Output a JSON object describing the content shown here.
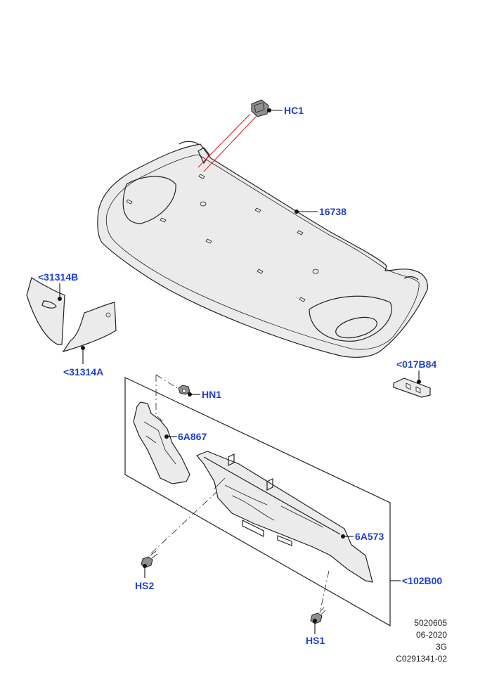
{
  "callouts": {
    "hc1": "HC1",
    "p16738": "16738",
    "p31314b": "<31314B",
    "p31314a": "<31314A",
    "p017b84": "<017B84",
    "hn1": "HN1",
    "p6a867": "6A867",
    "p6a573": "6A573",
    "p102b00": "<102B00",
    "hs2": "HS2",
    "hs1": "HS1"
  },
  "info_block": {
    "line1": "5020605",
    "line2": "06-2020",
    "line3": "3G",
    "line4": "C0291341-02"
  },
  "colors": {
    "callout_text": "#1f3fd6",
    "guide_line_red": "#d62020",
    "line_art": "#222222"
  }
}
